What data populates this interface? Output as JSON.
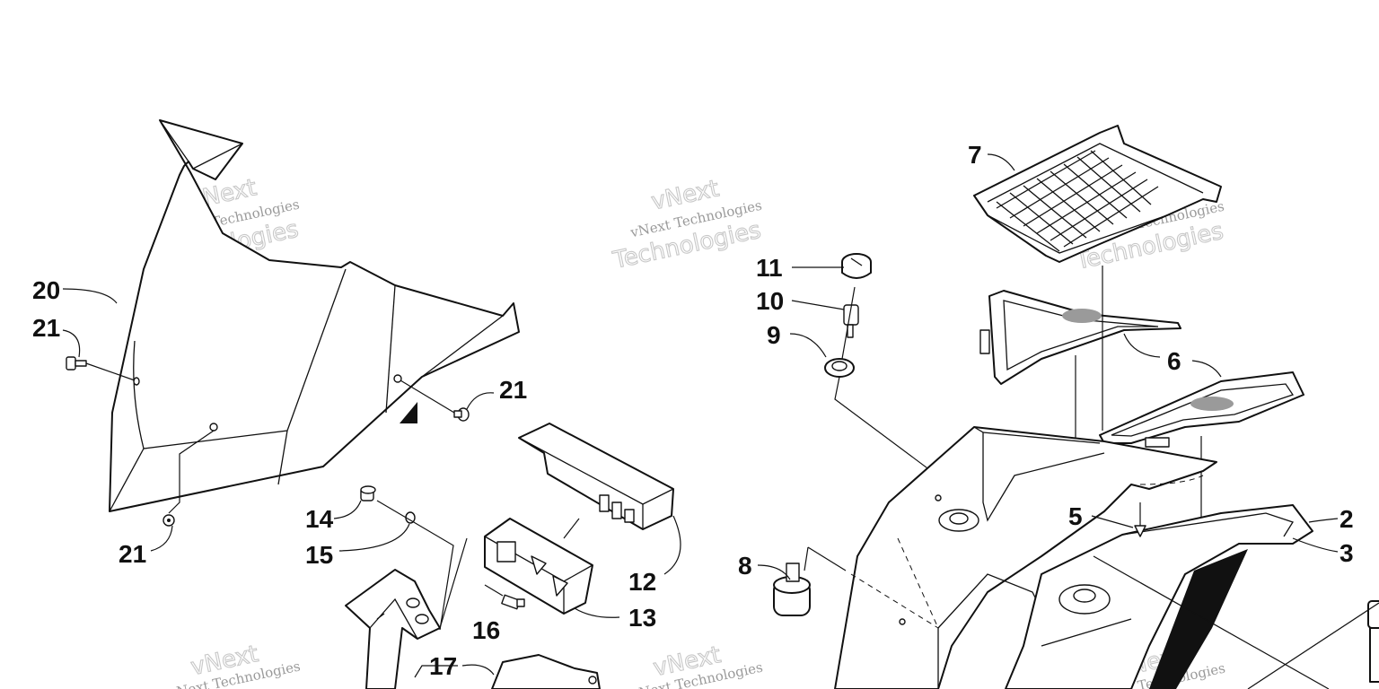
{
  "callouts": {
    "c2": "2",
    "c3": "3",
    "c5": "5",
    "c6": "6",
    "c7": "7",
    "c8": "8",
    "c9": "9",
    "c10": "10",
    "c11": "11",
    "c12": "12",
    "c13": "13",
    "c14": "14",
    "c15": "15",
    "c16": "16",
    "c17": "17",
    "c20": "20",
    "c21a": "21",
    "c21b": "21",
    "c21c": "21"
  },
  "watermark": {
    "line1": "vNext",
    "line2": "vNext Technologies",
    "line3": "Technologies"
  },
  "colors": {
    "ink": "#111111",
    "watermark": "#9a9a9a",
    "background": "#ffffff"
  }
}
